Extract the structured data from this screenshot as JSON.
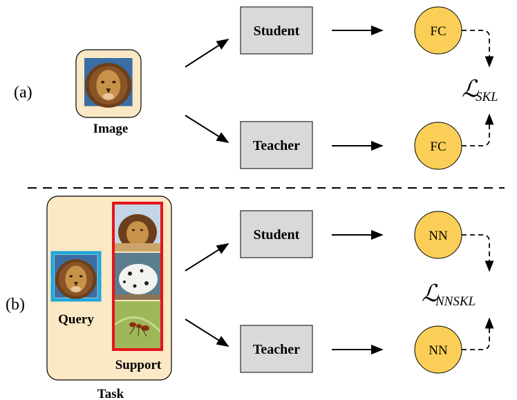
{
  "panel_a": {
    "label": "(a)",
    "input_label": "Image",
    "student_label": "Student",
    "teacher_label": "Teacher",
    "head_top": "FC",
    "head_bottom": "FC",
    "loss": {
      "script": "ℒ",
      "subscript": "SKL"
    }
  },
  "panel_b": {
    "label": "(b)",
    "task_label": "Task",
    "query_label": "Query",
    "support_label": "Support",
    "student_label": "Student",
    "teacher_label": "Teacher",
    "head_top": "NN",
    "head_bottom": "NN",
    "loss": {
      "script": "ℒ",
      "subscript": "NNSKL"
    }
  },
  "colors": {
    "input_box": "#fbe8c4",
    "network_box": "#d9d9d9",
    "head_circle": "#fbcf57",
    "query_border": "#1ea6dd",
    "support_border": "#e5141c"
  },
  "icons": {
    "image_thumb": "lion-face",
    "query_thumb": "lion-face",
    "support_thumbs": [
      "lion-lying",
      "dalmatian-dog",
      "ant-on-leaf"
    ]
  }
}
